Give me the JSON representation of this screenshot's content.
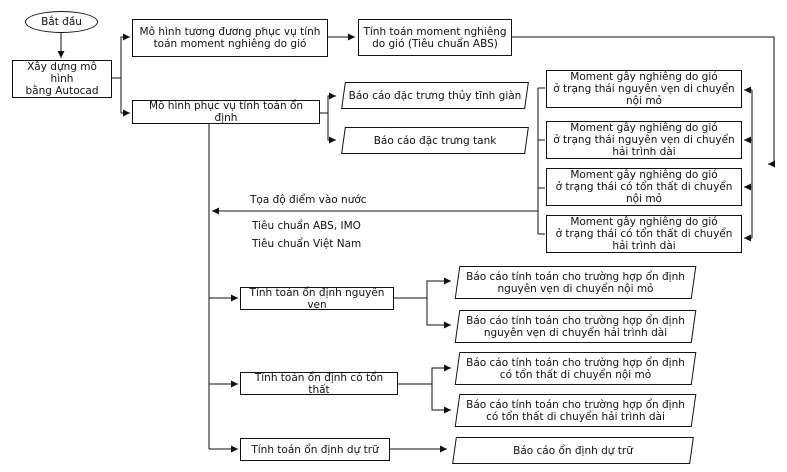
{
  "start": "Bắt đầu",
  "autocad": "Xây dựng mô hình\nbằng Autocad",
  "model_moment": "Mô hình tương đương phục vụ tính\ntoán moment nghiêng do gió",
  "calc_moment_abs": "Tính toán moment nghiêng\ndo gió (Tiêu chuẩn ABS)",
  "model_stability": "Mô hình phục vụ tính toán ổn định",
  "report_hydro": "Báo cáo đặc trưng thủy tĩnh giàn",
  "report_tank": "Báo cáo đặc trưng tank",
  "moments": [
    "Moment gây nghiêng do gió\nở trạng thái nguyên vẹn di chuyển\nnội mỏ",
    "Moment gây nghiêng do gió\nở trạng thái nguyên vẹn di chuyển\nhải trình dài",
    "Moment gây nghiêng do gió\nở trạng thái có tổn thất di chuyển\nnội mỏ",
    "Moment gây nghiêng do gió\nở trạng thái có tổn thất di chuyển\nhải trình dài"
  ],
  "inputs": {
    "water_point": "Tọa độ điểm vào nước",
    "abs_imo": "Tiêu chuẩn ABS, IMO",
    "vietnam": "Tiêu chuẩn Việt Nam"
  },
  "calc_intact": "Tính toán ổn định nguyên vẹn",
  "calc_damaged": "Tính toán ổn định có tổn thất",
  "calc_reserve": "Tính toán ổn định dự trữ",
  "reports": [
    "Báo cáo tính toán cho trường hợp ổn định\nnguyên vẹn di chuyển nội mỏ",
    "Báo cáo tính toán cho trường hợp ổn định\nnguyên vẹn di chuyển hải trình dài",
    "Báo cáo tính toán cho trường hợp ổn định\ncó tổn thất di chuyển nội mỏ",
    "Báo cáo tính toán cho trường hợp ổn định\ncó tổn thất di chuyển hải trình dài",
    "Báo cáo ổn định dự trữ"
  ]
}
